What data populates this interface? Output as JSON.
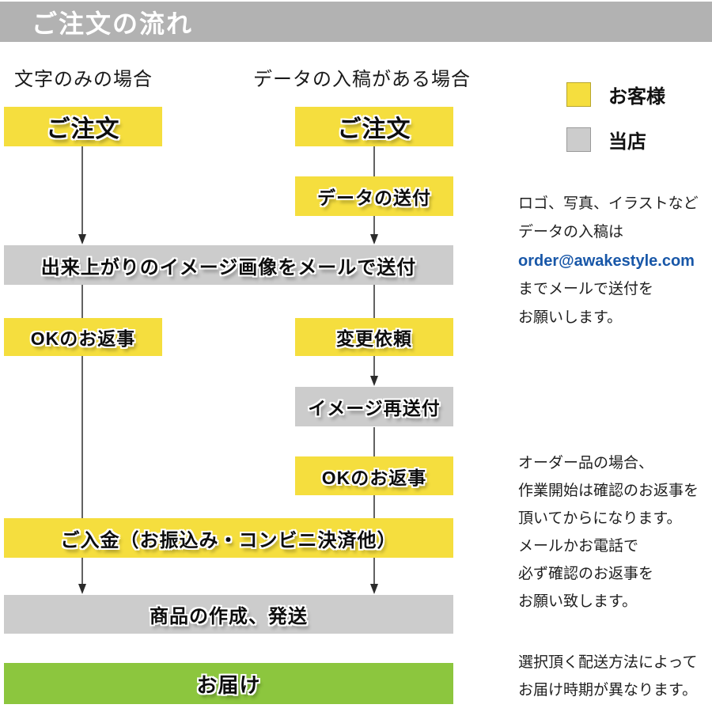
{
  "header": {
    "title": "ご注文の流れ"
  },
  "columns": {
    "left_label": "文字のみの場合",
    "right_label": "データの入稿がある場合"
  },
  "legend": {
    "customer_label": "お客様",
    "store_label": "当店"
  },
  "flow": {
    "order_left": "ご注文",
    "order_mid": "ご注文",
    "data_send": "データの送付",
    "image_mail": "出来上がりのイメージ画像をメールで送付",
    "ok_reply_left": "OKのお返事",
    "change_request": "変更依頼",
    "image_resend": "イメージ再送付",
    "ok_reply_mid": "OKのお返事",
    "payment": "ご入金（お振込み・コンビニ決済他）",
    "production": "商品の作成、発送",
    "delivery": "お届け"
  },
  "notes": {
    "data_note": {
      "line1": "ロゴ、写真、イラストなど",
      "line2": "データの入稿は",
      "email": "order@awakestyle.com",
      "line3": "までメールで送付を",
      "line4": "お願いします。"
    },
    "confirm_note": {
      "lines": [
        "オーダー品の場合、",
        "作業開始は確認のお返事を",
        "頂いてからになります。",
        "メールかお電話で",
        "必ず確認のお返事を",
        "お願い致します。"
      ]
    },
    "shipping_note": {
      "lines": [
        "選択頂く配送方法によって",
        "お届け時期が異なります。"
      ]
    }
  },
  "colors": {
    "customer-yellow": "#F5DE3E",
    "store-gray": "#CCCCCC",
    "delivery-green": "#8CC63E",
    "header-gray": "#B2B2B2",
    "email-blue": "#1857A8",
    "line-dark": "#3A3A3A"
  }
}
